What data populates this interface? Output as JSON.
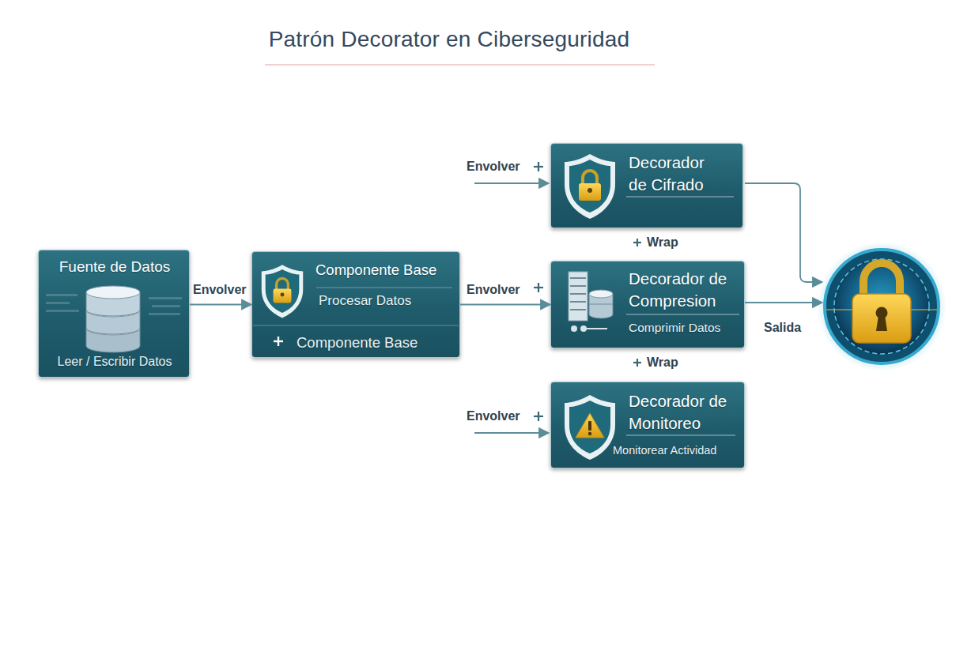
{
  "diagram": {
    "title": "Patrón Decorator en Ciberseguridad",
    "nodes": [
      {
        "text": [
          "Fuente de Datos",
          "Leer / Escribir Datos"
        ]
      },
      {
        "text": [
          "Componente Base",
          "Procesar Datos",
          "Componente Base"
        ]
      },
      {
        "text": [
          "Decorador de Cifrado"
        ]
      },
      {
        "text": [
          "Decorador de Compresion",
          "Comprimir Datos"
        ]
      },
      {
        "text": [
          "Decorador de Monitoreo",
          "Monitorear Actividad"
        ]
      }
    ],
    "edges": [
      {
        "from": 0,
        "to": 1,
        "arrow": "to",
        "label": "Envolver"
      },
      {
        "from": 1,
        "to": 3,
        "arrow": "to",
        "label": "Envolver"
      }
    ],
    "labels": [
      "Envolver",
      "Envolver",
      "Wrap",
      "Wrap",
      "Salida"
    ]
  }
}
